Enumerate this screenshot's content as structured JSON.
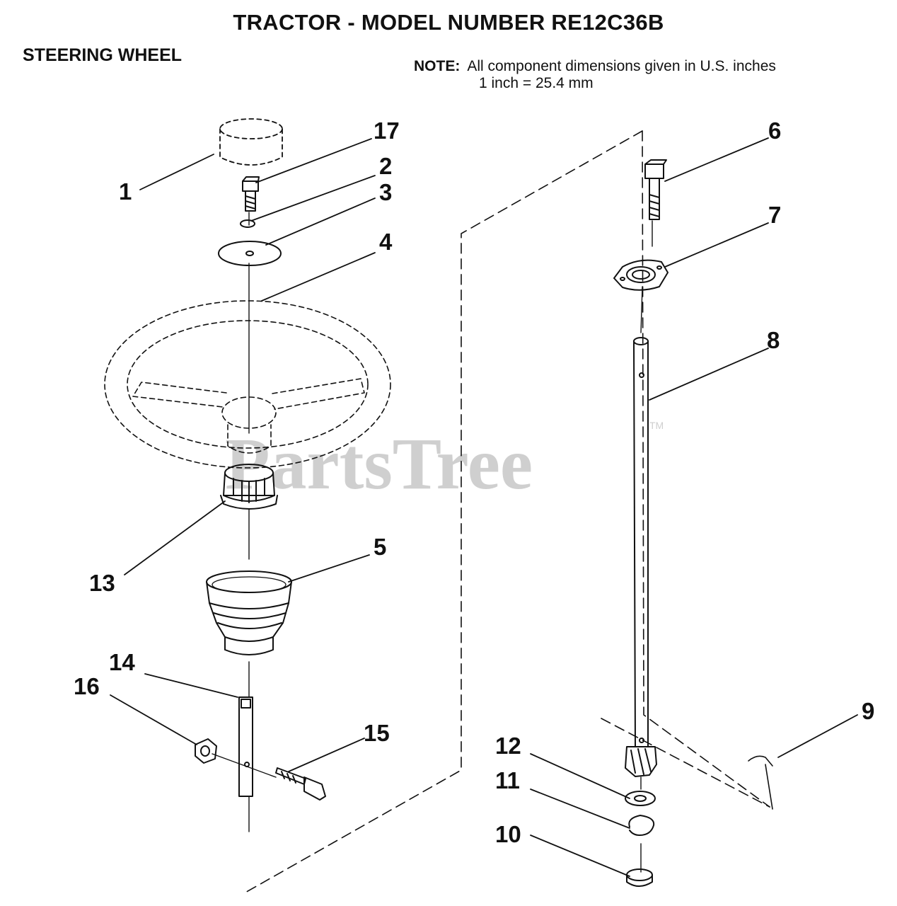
{
  "header": {
    "title": "TRACTOR  - MODEL NUMBER RE12C36B",
    "section": "STEERING WHEEL",
    "note_label": "NOTE:",
    "note_line1": "All component dimensions given in U.S. inches",
    "note_line2": "1 inch = 25.4 mm"
  },
  "watermark": {
    "text": "PartsTree",
    "tm": "TM"
  },
  "callouts": {
    "c1": "1",
    "c2": "2",
    "c3": "3",
    "c4": "4",
    "c5": "5",
    "c6": "6",
    "c7": "7",
    "c8": "8",
    "c9": "9",
    "c10": "10",
    "c11": "11",
    "c12": "12",
    "c13": "13",
    "c14": "14",
    "c15": "15",
    "c16": "16",
    "c17": "17"
  }
}
